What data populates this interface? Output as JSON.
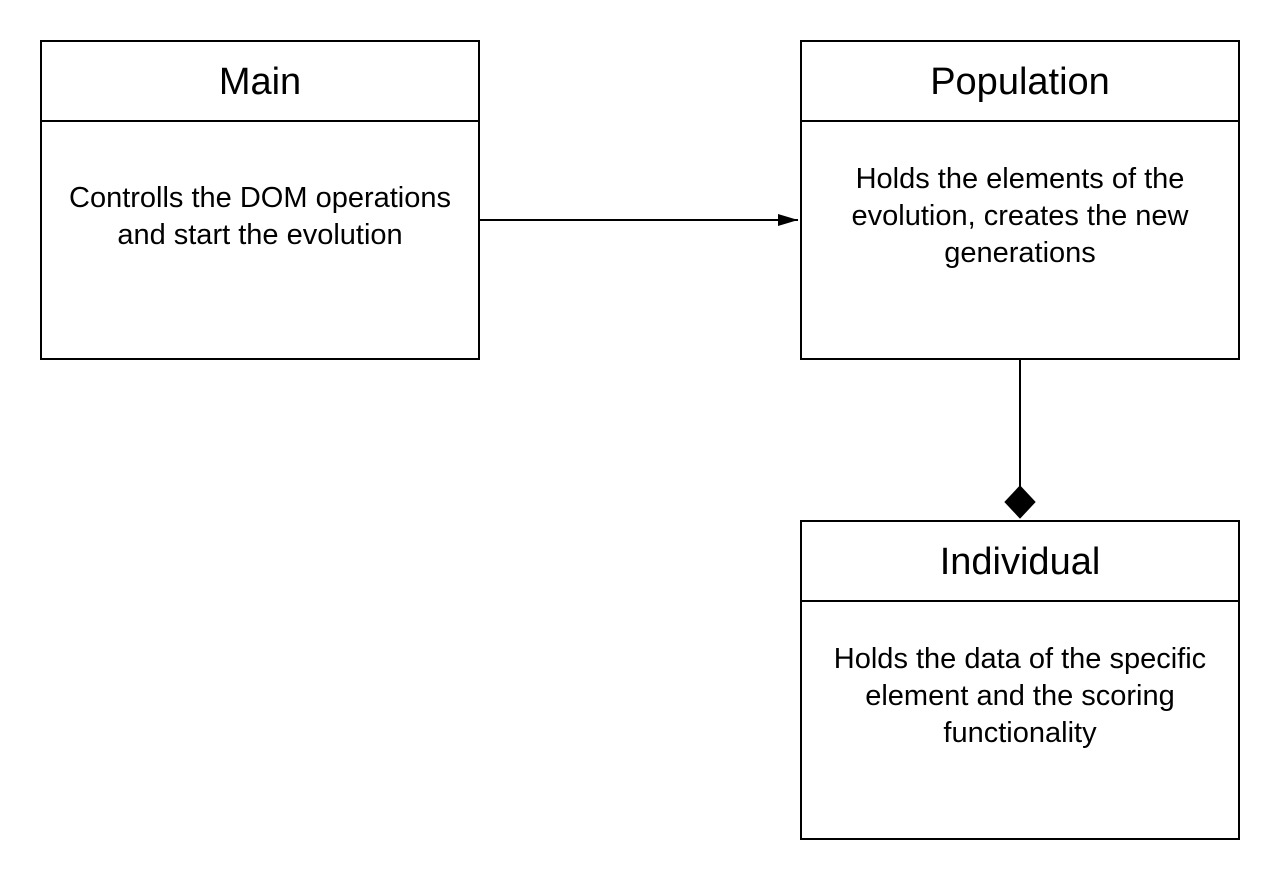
{
  "diagram": {
    "classes": [
      {
        "id": "main",
        "name": "Main",
        "description": "Controlls the DOM operations and start the evolution"
      },
      {
        "id": "population",
        "name": "Population",
        "description": "Holds the elements of the evolution, creates the new generations"
      },
      {
        "id": "individual",
        "name": "Individual",
        "description": "Holds the data of the specific element and the scoring functionality"
      }
    ],
    "relationships": [
      {
        "from": "Main",
        "to": "Population",
        "type": "association",
        "arrowhead": "filled-arrow"
      },
      {
        "from": "Population",
        "to": "Individual",
        "type": "composition",
        "arrowhead": "filled-diamond"
      }
    ],
    "colors": {
      "stroke": "#000000",
      "fill": "#ffffff"
    }
  }
}
